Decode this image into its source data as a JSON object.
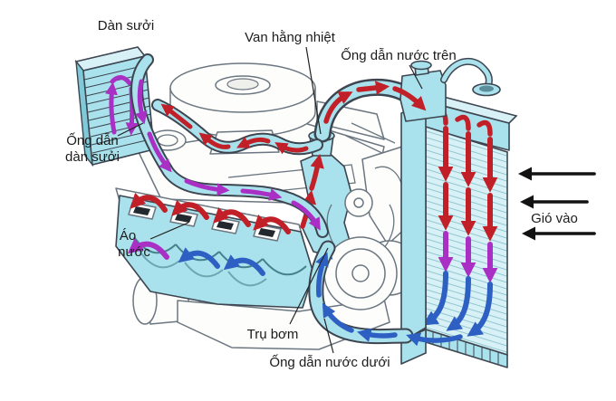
{
  "figure": {
    "type": "engine-cooling-system-cutaway-diagram",
    "language": "Vietnamese"
  },
  "labels": {
    "heater_core": "Dàn sưởi",
    "thermostat": "Van hằng nhiệt",
    "upper_hose": "Ống dẫn nước trên",
    "heater_hose_l1": "Ống dẫn",
    "heater_hose_l2": "dàn sưởi",
    "water_jacket_l1": "Áo",
    "water_jacket_l2": "nước",
    "air_in": "Gió vào",
    "pump": "Trụ bơm",
    "lower_hose": "Ống dẫn nước dưới"
  },
  "colors": {
    "hot-flow": "#c22028",
    "warm-flow": "#aa2fc4",
    "cool-flow": "#2e5fc3",
    "air-arrow": "#121212",
    "part-fill": "#a9e2ec",
    "part-fill-light": "#d8f1f6",
    "part-fill-dark": "#7fc9d8",
    "fin-line": "#8fc4cf",
    "outline": "#3d4550",
    "sketch-line": "#6b7680",
    "sketch-teal": "#45808d",
    "label-text": "#1b1b1b",
    "background": "#ffffff"
  }
}
